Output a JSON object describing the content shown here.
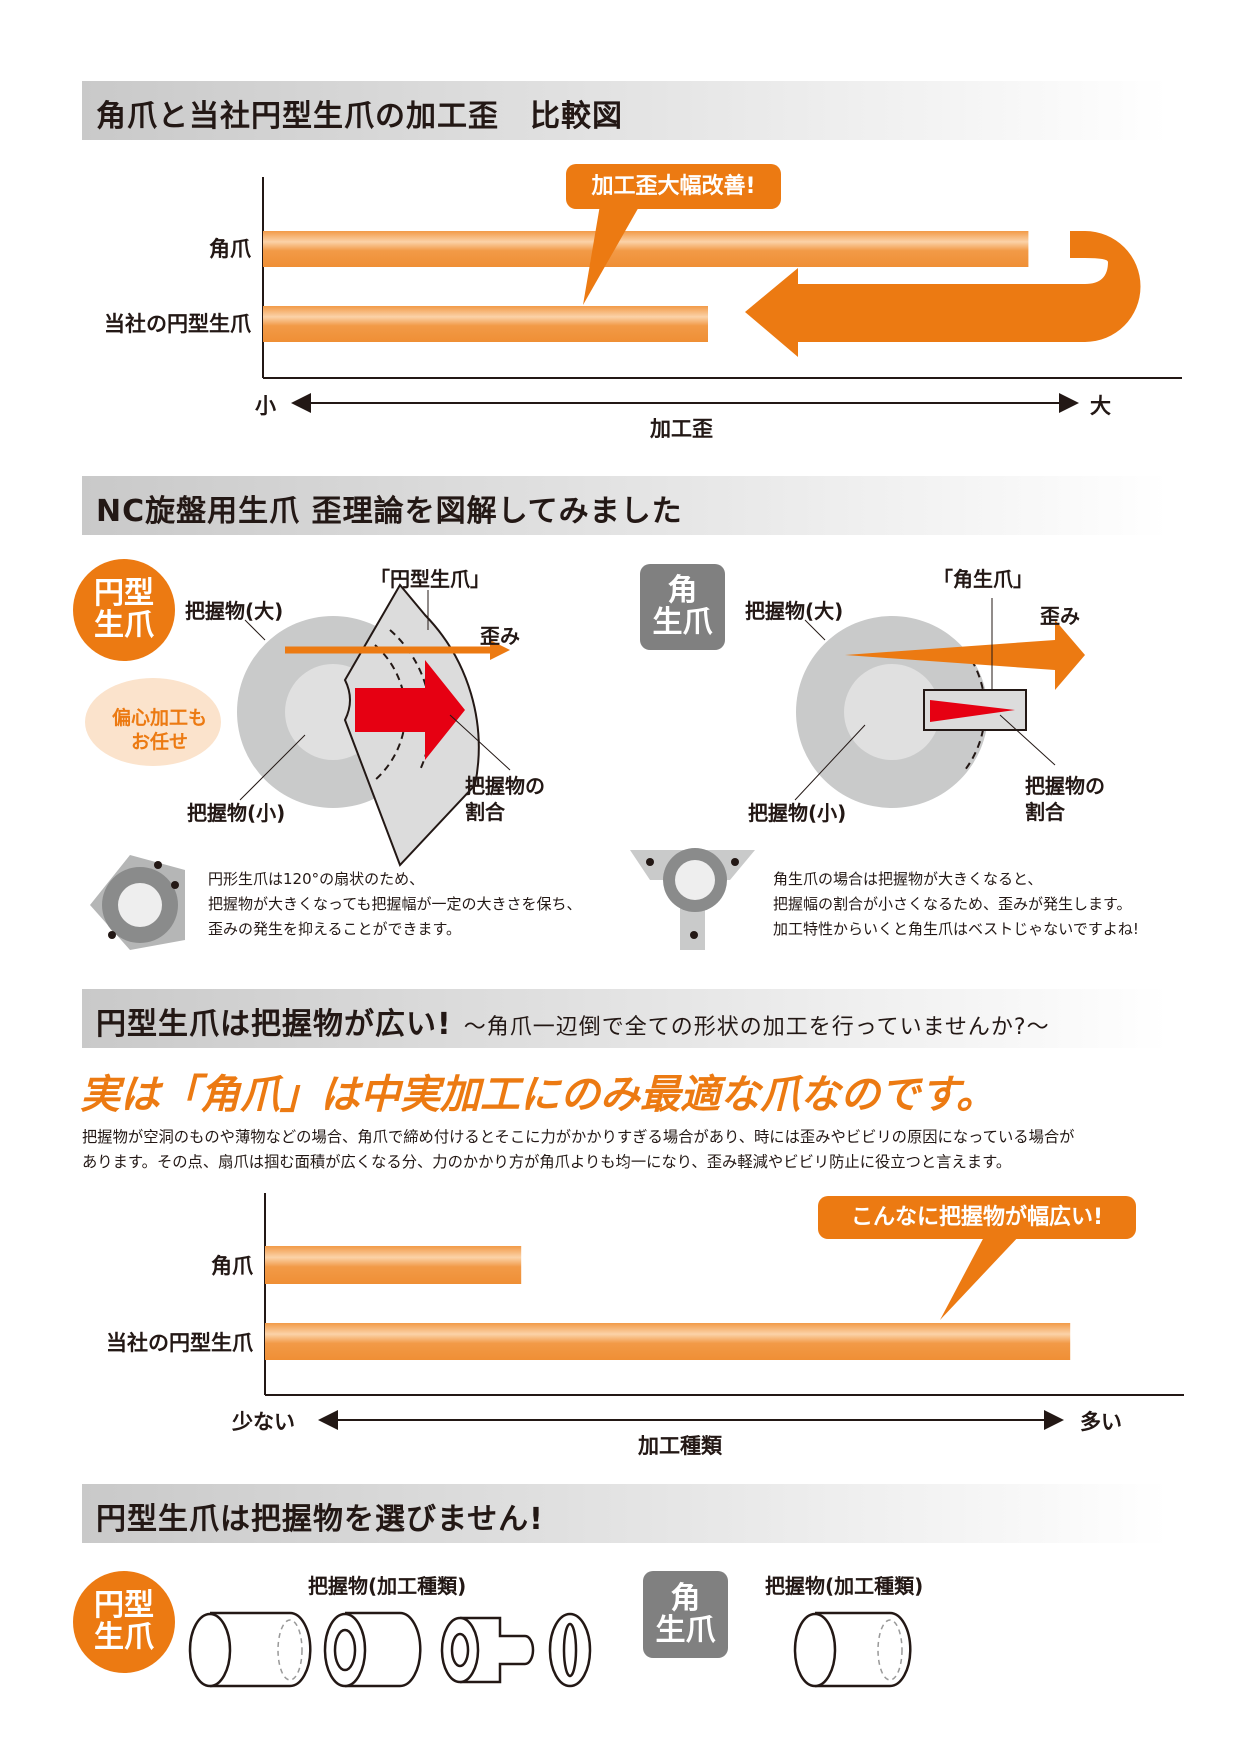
{
  "section1": {
    "title": "角爪と当社円型生爪の加工歪　比較図",
    "rows": [
      "角爪",
      "当社の円型生爪"
    ],
    "callout": "加工歪大幅改善!",
    "axis": {
      "min": "小",
      "max": "大",
      "label": "加工歪"
    },
    "values": {
      "kaku": 0.86,
      "maru": 0.5
    }
  },
  "section2": {
    "title": "NC旋盤用生爪 歪理論を図解してみました",
    "left": {
      "badge": "円型\n生爪",
      "fan_label": "「円型生爪」",
      "large": "把握物(大)",
      "small": "把握物(小)",
      "strain": "歪み",
      "ratio": "把握物の\n割合",
      "bubble": "偏心加工も\nお任せ",
      "desc": [
        "円形生爪は120°の扇状のため、",
        "把握物が大きくなっても把握幅が一定の大きさを保ち、",
        "歪みの発生を抑えることができます。"
      ]
    },
    "right": {
      "badge": "角\n生爪",
      "jaw_label": "「角生爪」",
      "large": "把握物(大)",
      "small": "把握物(小)",
      "strain": "歪み",
      "ratio": "把握物の\n割合",
      "desc": [
        "角生爪の場合は把握物が大きくなると、",
        "把握幅の割合が小さくなるため、歪みが発生します。",
        "加工特性からいくと角生爪はベストじゃないですよね!"
      ]
    }
  },
  "section3": {
    "title": "円型生爪は把握物が広い!",
    "subtitle": "～角爪一辺倒で全ての形状の加工を行っていませんか?～",
    "headline": "実は「角爪」は中実加工にのみ最適な爪なのです。",
    "paragraph": [
      "把握物が空洞のものや薄物などの場合、角爪で締め付けるとそこに力がかかりすぎる場合があり、時には歪みやビビリの原因になっている場合が",
      "あります。その点、扇爪は掴む面積が広くなる分、力のかかり方が角爪よりも均一になり、歪み軽減やビビリ防止に役立つと言えます。"
    ],
    "rows": [
      "角爪",
      "当社の円型生爪"
    ],
    "callout": "こんなに把握物が幅広い!",
    "axis": {
      "min": "少ない",
      "max": "多い",
      "label": "加工種類"
    },
    "values": {
      "kaku": 0.28,
      "maru": 0.88
    }
  },
  "section4": {
    "title": "円型生爪は把握物を選びません!",
    "left": {
      "badge": "円型\n生爪",
      "label": "把握物(加工種類)"
    },
    "right": {
      "badge": "角\n生爪",
      "label": "把握物(加工種類)"
    }
  },
  "colors": {
    "orange": "#ec7a12",
    "bar": "#f19a45",
    "red": "#e60012",
    "gray": "#808080"
  }
}
